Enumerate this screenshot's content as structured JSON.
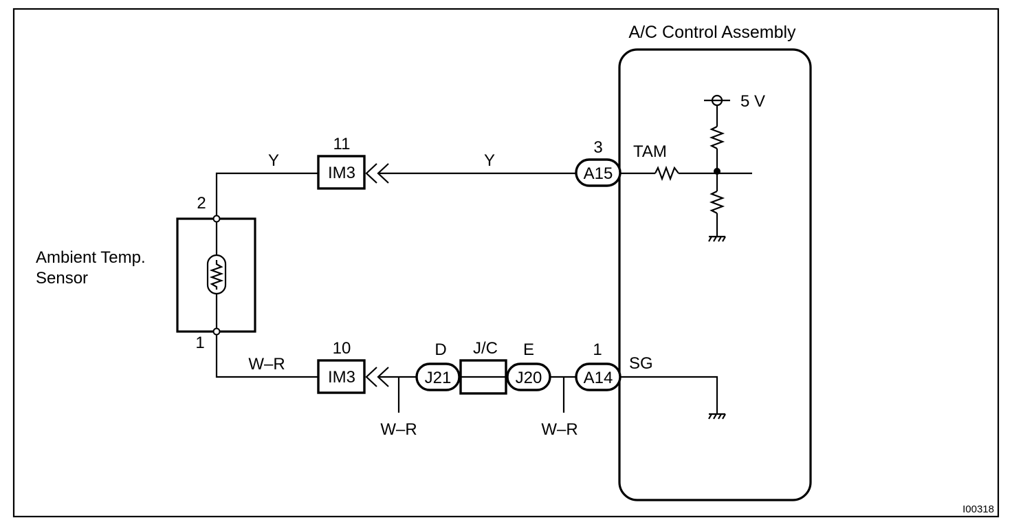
{
  "diagram": {
    "image_code": "I00318"
  },
  "ac_assembly": {
    "title": "A/C Control Assembly",
    "supply": "5 V",
    "terminal_tam": "TAM",
    "terminal_sg": "SG"
  },
  "sensor": {
    "name_line1": "Ambient Temp.",
    "name_line2": "Sensor",
    "pin_top": "2",
    "pin_bottom": "1"
  },
  "connectors": {
    "im3_top": {
      "label": "IM3",
      "pin": "11"
    },
    "im3_bottom": {
      "label": "IM3",
      "pin": "10"
    },
    "a15": {
      "label": "A15",
      "pin": "3"
    },
    "a14": {
      "label": "A14",
      "pin": "1"
    },
    "j21": {
      "label": "J21",
      "pin": "D"
    },
    "j20": {
      "label": "J20",
      "pin": "E"
    },
    "jc": {
      "label": "J/C"
    }
  },
  "wires": {
    "top_left": "Y",
    "top_right": "Y",
    "bottom_left": "W–R",
    "branch_1": "W–R",
    "branch_2": "W–R"
  }
}
